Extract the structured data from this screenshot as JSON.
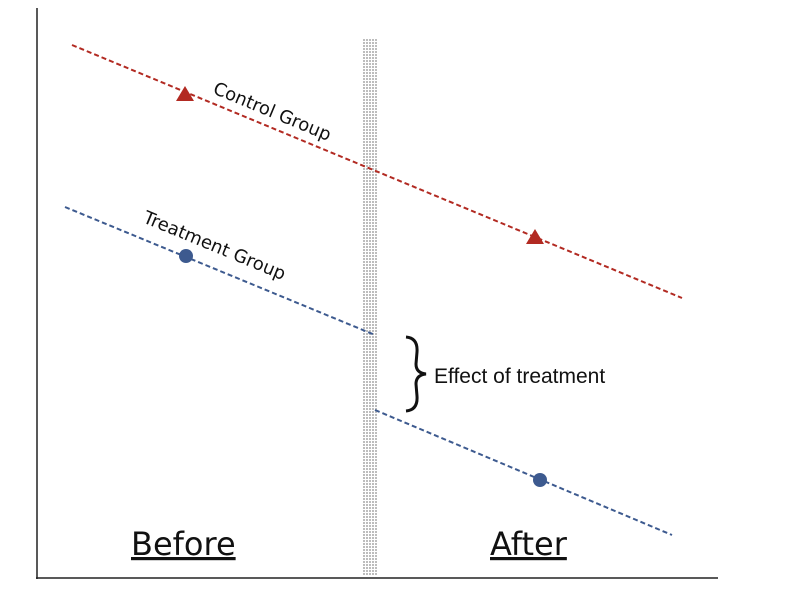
{
  "diagram": {
    "series": [
      {
        "name": "Control Group",
        "color": "#b22a22",
        "marker": "triangle"
      },
      {
        "name": "Treatment Group",
        "color": "#3d5a8f",
        "marker": "circle"
      }
    ],
    "annotation": "Effect of treatment",
    "periods": [
      "Before",
      "After"
    ]
  }
}
